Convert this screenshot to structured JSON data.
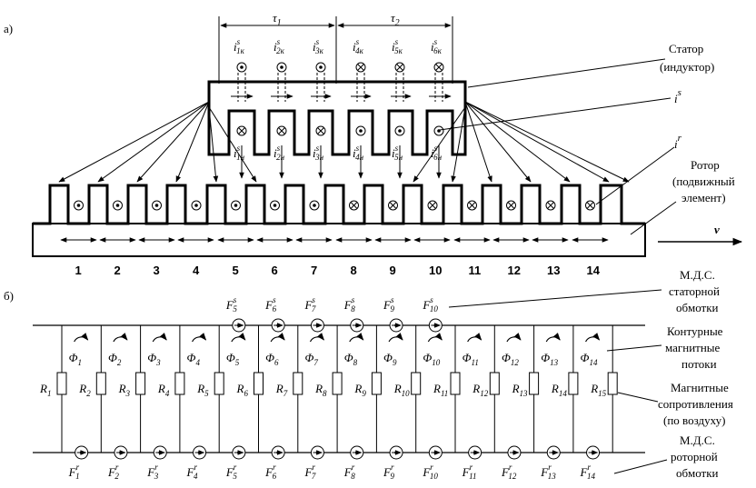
{
  "panel_a_label": "а)",
  "panel_b_label": "б)",
  "pitch": [
    "τ",
    "τ"
  ],
  "pitch_sub": [
    "1",
    "2"
  ],
  "stator_current_top": [
    "1к",
    "2к",
    "3к",
    "4к",
    "5к",
    "6к"
  ],
  "stator_current_bottom": [
    "1н",
    "2н",
    "3н",
    "4н",
    "5н",
    "6н"
  ],
  "stator_current_dirs": [
    "dot",
    "dot",
    "dot",
    "cross",
    "cross",
    "cross"
  ],
  "rotor_current_dirs": [
    "dot",
    "dot",
    "dot",
    "dot",
    "dot",
    "dot",
    "dot",
    "cross",
    "cross",
    "cross",
    "cross",
    "cross",
    "cross",
    "cross"
  ],
  "current_symbol": "i",
  "current_sup": "s",
  "rotor_current_sup": "r",
  "labels": {
    "stator_1": "Статор",
    "stator_2": "(индуктор)",
    "stator_current": "i",
    "rotor_current": "i",
    "rotor_1": "Ротор",
    "rotor_2": "(подвижный",
    "rotor_3": "элемент)",
    "velocity": "v",
    "mmf_stator_1": "М.Д.С.",
    "mmf_stator_2": "статорной",
    "mmf_stator_3": "обмотки",
    "flux_1": "Контурные",
    "flux_2": "магнитные",
    "flux_3": "потоки",
    "res_1": "Магнитные",
    "res_2": "сопротивления",
    "res_3": "(по воздуху)",
    "mmf_rotor_1": "М.Д.С.",
    "mmf_rotor_2": "роторной",
    "mmf_rotor_3": "обмотки"
  },
  "slot_numbers": [
    "1",
    "2",
    "3",
    "4",
    "5",
    "6",
    "7",
    "8",
    "9",
    "10",
    "11",
    "12",
    "13",
    "14"
  ],
  "stator_mmf": [
    "5",
    "6",
    "7",
    "8",
    "9",
    "10"
  ],
  "flux": [
    "1",
    "2",
    "3",
    "4",
    "5",
    "6",
    "7",
    "8",
    "9",
    "10",
    "11",
    "12",
    "13",
    "14"
  ],
  "resistances": [
    "1",
    "2",
    "3",
    "4",
    "5",
    "6",
    "7",
    "8",
    "9",
    "10",
    "11",
    "12",
    "13",
    "14",
    "15"
  ],
  "rotor_mmf": [
    "1",
    "2",
    "3",
    "4",
    "5",
    "6",
    "7",
    "8",
    "9",
    "10",
    "11",
    "12",
    "13",
    "14"
  ],
  "symbols": {
    "F": "F",
    "Phi": "Φ",
    "R": "R"
  }
}
